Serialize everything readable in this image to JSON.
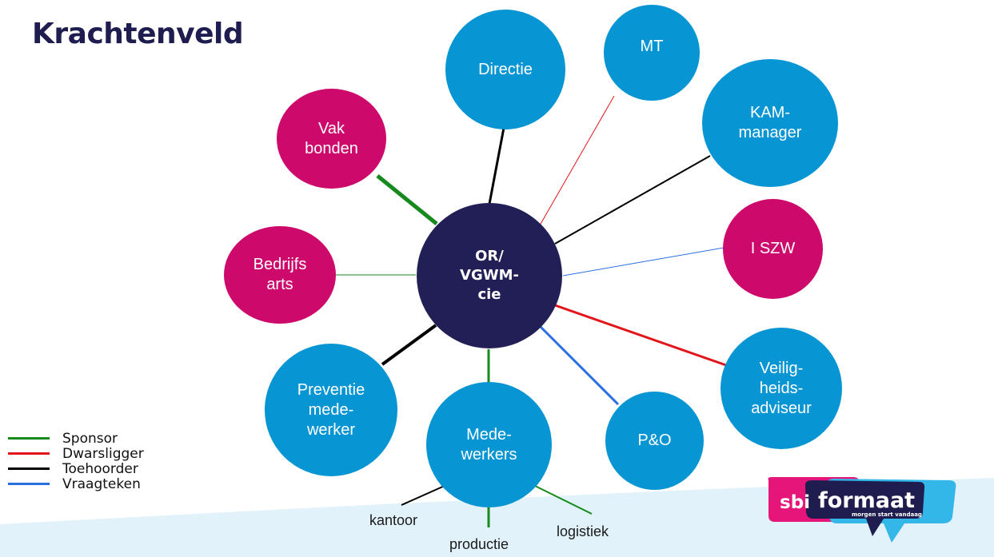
{
  "title": "Krachtenveld",
  "center": {
    "label": "OR/\nVGWM-\ncie",
    "color": "#211f56"
  },
  "nodes": [
    {
      "id": "directie",
      "label": "Directie",
      "color": "#0895d3",
      "relation": "toehoorder"
    },
    {
      "id": "mt",
      "label": "MT",
      "color": "#0895d3",
      "relation": "dwarsligger"
    },
    {
      "id": "kam-manager",
      "label": "KAM-\nmanager",
      "color": "#0895d3",
      "relation": "toehoorder"
    },
    {
      "id": "iszw",
      "label": "I SZW",
      "color": "#cd0a6c",
      "relation": "vraagteken"
    },
    {
      "id": "veiligheidsadviseur",
      "label": "Veilig-\nheids-\nadviseur",
      "color": "#0895d3",
      "relation": "dwarsligger"
    },
    {
      "id": "po",
      "label": "P&O",
      "color": "#0895d3",
      "relation": "vraagteken"
    },
    {
      "id": "medewerkers",
      "label": "Mede-\nwerkers",
      "color": "#0895d3",
      "relation": "sponsor"
    },
    {
      "id": "preventiemedewerker",
      "label": "Preventie\nmede-\nwerker",
      "color": "#0895d3",
      "relation": "toehoorder"
    },
    {
      "id": "bedrijfsarts",
      "label": "Bedrijfs\narts",
      "color": "#cd0a6c",
      "relation": "sponsor"
    },
    {
      "id": "vakbonden",
      "label": "Vak\nbonden",
      "color": "#cd0a6c",
      "relation": "sponsor"
    }
  ],
  "sub_branches": [
    {
      "id": "kantoor",
      "label": "kantoor",
      "relation": "toehoorder"
    },
    {
      "id": "productie",
      "label": "productie",
      "relation": "sponsor"
    },
    {
      "id": "logistiek",
      "label": "logistiek",
      "relation": "sponsor"
    }
  ],
  "legend": [
    {
      "key": "sponsor",
      "label": "Sponsor",
      "color": "#178a1d"
    },
    {
      "key": "dwarsligger",
      "label": "Dwarsligger",
      "color": "#e3151a"
    },
    {
      "key": "toehoorder",
      "label": "Toehoorder",
      "color": "#000000"
    },
    {
      "key": "vraagteken",
      "label": "Vraagteken",
      "color": "#2a6fe0"
    }
  ],
  "logo": {
    "brand_left": "sbi",
    "brand_right": "formaat",
    "tagline": "morgen start vandaag"
  }
}
